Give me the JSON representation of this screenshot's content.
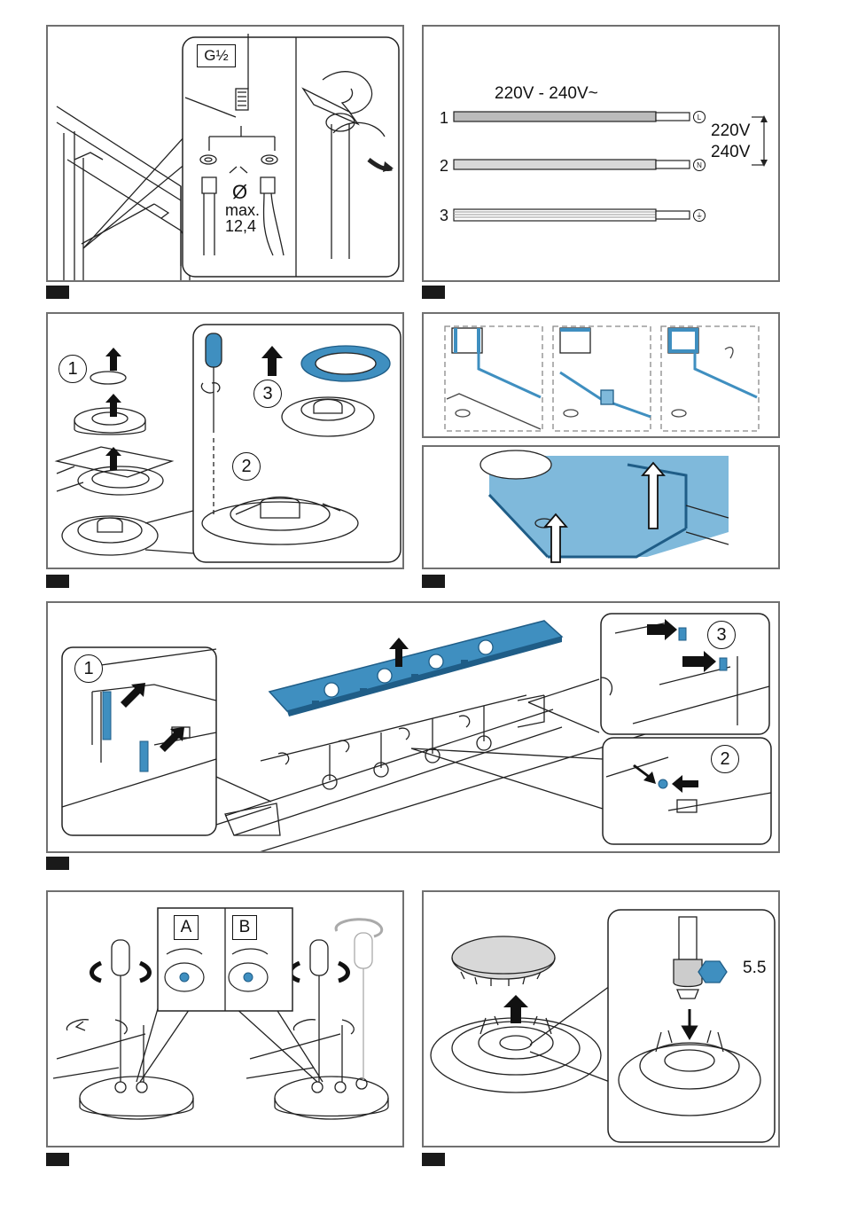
{
  "figure1": {
    "thread_label": "G½",
    "diameter_symbol": "Ø",
    "max_label": "max.",
    "max_value": "12,4"
  },
  "figure2": {
    "voltage_title": "220V - 240V~",
    "wire_numbers": [
      "1",
      "2",
      "3"
    ],
    "terminal_L": "L",
    "terminal_N": "N",
    "voltage_low": "220V",
    "voltage_high": "240V"
  },
  "figure3": {
    "step1": "1",
    "step2": "2",
    "step3": "3"
  },
  "figure6": {
    "step1": "1",
    "step2": "2",
    "step3": "3"
  },
  "figure7": {
    "option_a": "A",
    "option_b": "B"
  },
  "figure8": {
    "wrench_size": "5.5"
  },
  "colors": {
    "accent_blue": "#3f8fc0",
    "light_blue": "#7fb9db",
    "frame_gray": "#707070",
    "tab_black": "#1a1a1a"
  },
  "icons": [
    "earth-ground-icon",
    "hexagon-wrench-icon",
    "rotate-arrow-icon",
    "up-arrow-icon",
    "pointer-arrow-icon"
  ]
}
